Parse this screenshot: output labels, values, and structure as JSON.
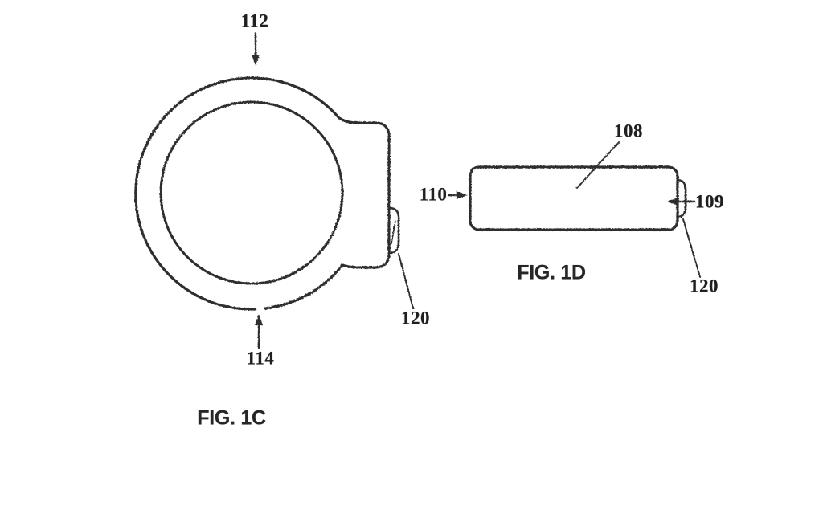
{
  "document": {
    "background_color": "#ffffff",
    "line_color": "#2d2d2d",
    "text_color": "#1f1f1f"
  },
  "fig1c": {
    "caption": "FIG. 1C",
    "labels": {
      "l112": {
        "text": "112",
        "pointer": "arrow-down"
      },
      "l114": {
        "text": "114",
        "pointer": "arrow-up"
      },
      "l120": {
        "text": "120",
        "pointer": "leader-line"
      }
    }
  },
  "fig1d": {
    "caption": "FIG. 1D",
    "labels": {
      "l108": {
        "text": "108",
        "pointer": "leader-line"
      },
      "l110": {
        "text": "110",
        "pointer": "arrow-right"
      },
      "l109": {
        "text": "109",
        "pointer": "arrow-left"
      },
      "l120": {
        "text": "120",
        "pointer": "leader-line"
      }
    }
  }
}
